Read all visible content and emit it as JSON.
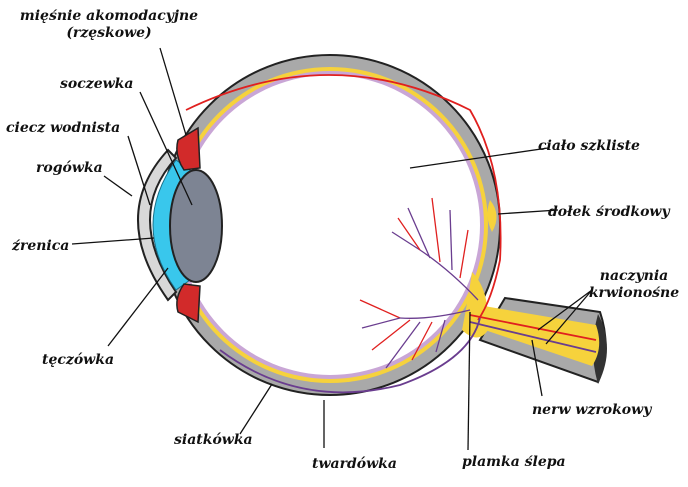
{
  "labels": {
    "miesnie_line1": "mięśnie akomodacyjne",
    "miesnie_line2": "(rzęskowe)",
    "soczewka": "soczewka",
    "ciecz_wodnista": "ciecz wodnista",
    "rogowka": "rogówka",
    "zrenica": "źrenica",
    "teczowka": "tęczówka",
    "siatkowka": "siatkówka",
    "twardowka": "twardówka",
    "plamka_slepa": "plamka ślepa",
    "nerw_wzrokowy": "nerw wzrokowy",
    "naczynia_line1": "naczynia",
    "naczynia_line2": "krwionośne",
    "dolek_srodkowy": "dołek środkowy",
    "cialo_szkliste": "ciało szkliste"
  },
  "colors": {
    "sclera": "#a9a9a9",
    "retina": "#c9a6d6",
    "choroid_yellow": "#f6d23c",
    "artery": "#e0201f",
    "vein": "#6a3d8f",
    "lens": "#7d8493",
    "iris": "#d22a2a",
    "aqueous": "#39c7ec",
    "cornea": "#d8d8d8"
  }
}
